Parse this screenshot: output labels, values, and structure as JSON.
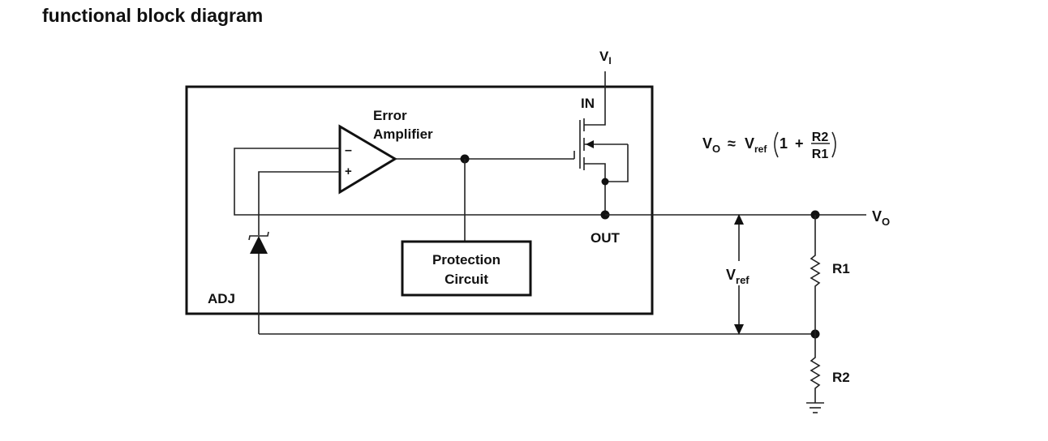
{
  "title": "functional block diagram",
  "labels": {
    "vi": "V",
    "vi_sub": "I",
    "in": "IN",
    "error_amp_1": "Error",
    "error_amp_2": "Amplifier",
    "minus": "–",
    "plus": "+",
    "protection_1": "Protection",
    "protection_2": "Circuit",
    "out": "OUT",
    "adj": "ADJ",
    "vo": "V",
    "vo_sub": "O",
    "vref": "V",
    "vref_sub": "ref",
    "r1": "R1",
    "r2": "R2"
  },
  "formula": {
    "lhs": "V",
    "lhs_sub": "O",
    "approx": "≈",
    "vref": "V",
    "vref_sub": "ref",
    "one": "1",
    "plus": "+",
    "num": "R2",
    "den": "R1"
  }
}
